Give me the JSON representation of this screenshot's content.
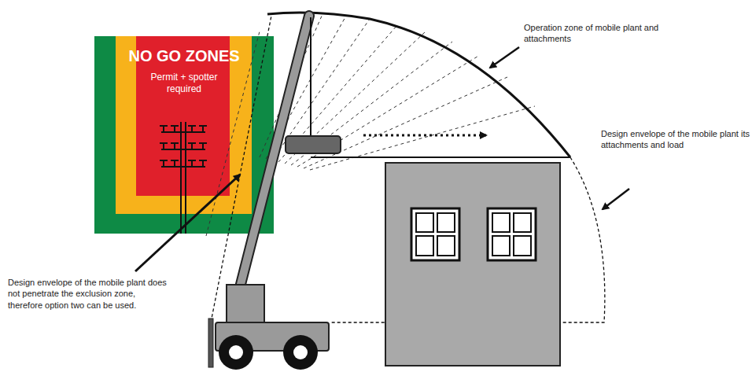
{
  "diagram": {
    "nodes": [
      {
        "text": [
          "NO GO ZONES",
          "Permit + spotter required"
        ]
      }
    ],
    "labels": [
      "Operation zone of mobile plant and attachments",
      "Design envelope of the mobile plant its attachments and load",
      "Design envelope of the mobile plant does not penetrate the exclusion zone, therefore option two can be used."
    ]
  }
}
